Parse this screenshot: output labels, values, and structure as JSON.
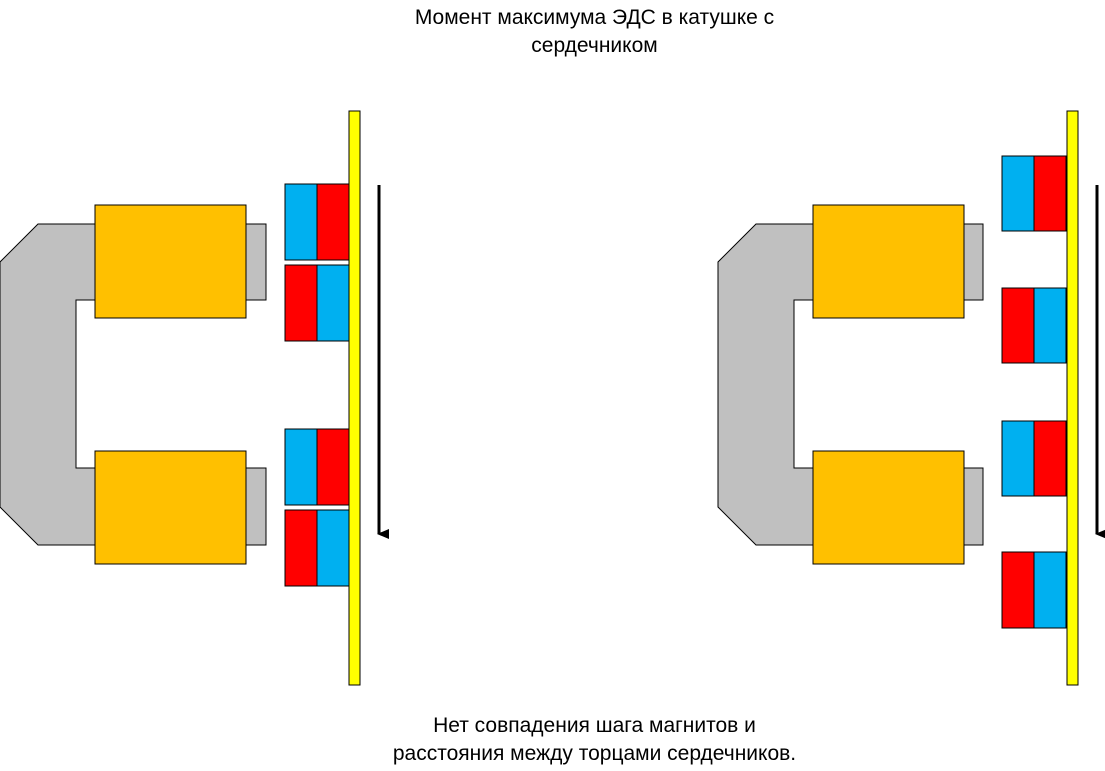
{
  "top_caption": "Момент максимума ЭДС в катушке с\nсердечником",
  "bottom_caption": "Нет совпадения шага магнитов и\nрасстояния между торцами сердечников.",
  "colors": {
    "core": "#c0c0c0",
    "coil": "#ffc000",
    "magnet_red": "#ff0000",
    "magnet_blue": "#00b0f0",
    "rail": "#ffff00",
    "outline": "#000000",
    "arrow": "#000000"
  },
  "assemblies": [
    {
      "name": "left-assembly",
      "magnet_pairs": [
        {
          "order": [
            "blue",
            "red"
          ]
        },
        {
          "order": [
            "red",
            "blue"
          ]
        },
        {
          "order": [
            "blue",
            "red"
          ]
        },
        {
          "order": [
            "red",
            "blue"
          ]
        }
      ],
      "motion_direction": "down"
    },
    {
      "name": "right-assembly",
      "magnet_pairs": [
        {
          "order": [
            "blue",
            "red"
          ]
        },
        {
          "order": [
            "red",
            "blue"
          ]
        },
        {
          "order": [
            "blue",
            "red"
          ]
        },
        {
          "order": [
            "red",
            "blue"
          ]
        }
      ],
      "motion_direction": "down"
    }
  ]
}
